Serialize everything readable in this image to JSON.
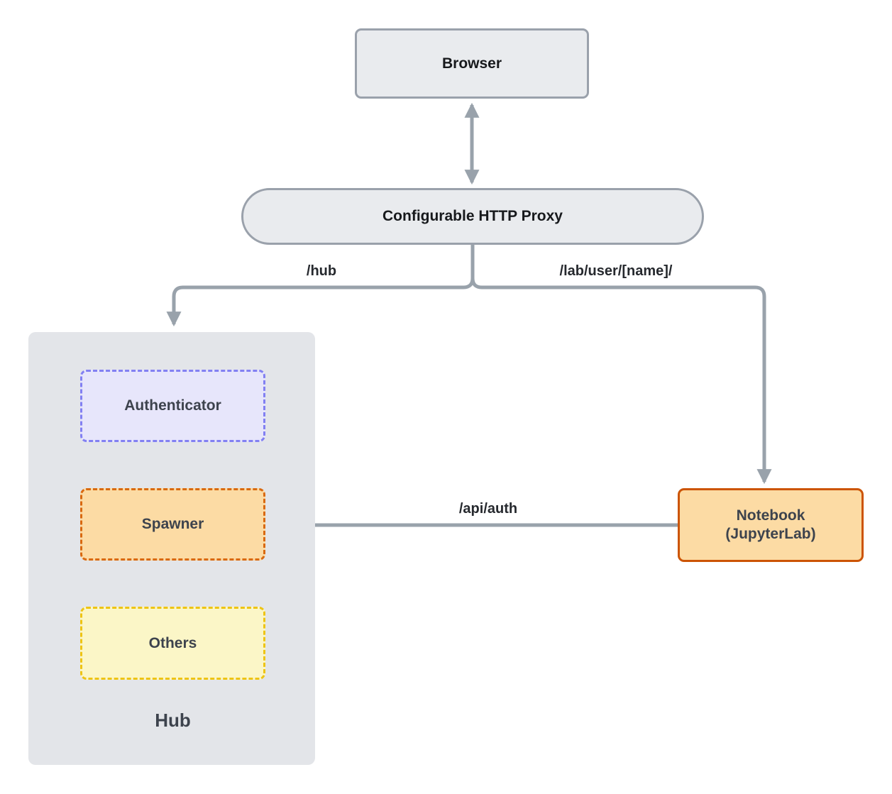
{
  "diagram": {
    "nodes": {
      "browser": {
        "label": "Browser"
      },
      "proxy": {
        "label": "Configurable HTTP Proxy"
      },
      "hub": {
        "label": "Hub"
      },
      "authenticator": {
        "label": "Authenticator"
      },
      "spawner": {
        "label": "Spawner"
      },
      "others": {
        "label": "Others"
      },
      "notebook": {
        "label": "Notebook\n(JupyterLab)"
      }
    },
    "edges": {
      "browser_proxy": {
        "label": "",
        "direction": "bidirectional"
      },
      "hub_route": {
        "label": "/hub"
      },
      "lab_route": {
        "label": "/lab/user/[name]/"
      },
      "api_auth": {
        "label": "/api/auth"
      }
    },
    "colors": {
      "gray_node_fill": "#e9ebee",
      "gray_node_border": "#9aa1ab",
      "hub_container_fill": "#e3e5e9",
      "authenticator_fill": "#e7e6fb",
      "authenticator_border": "#8280f2",
      "spawner_fill": "#fcdba4",
      "spawner_border": "#d9690f",
      "others_fill": "#fbf6c7",
      "others_border": "#eec414",
      "notebook_fill": "#fcdba4",
      "notebook_border": "#cc5404",
      "arrow": "#99a2ab"
    }
  }
}
